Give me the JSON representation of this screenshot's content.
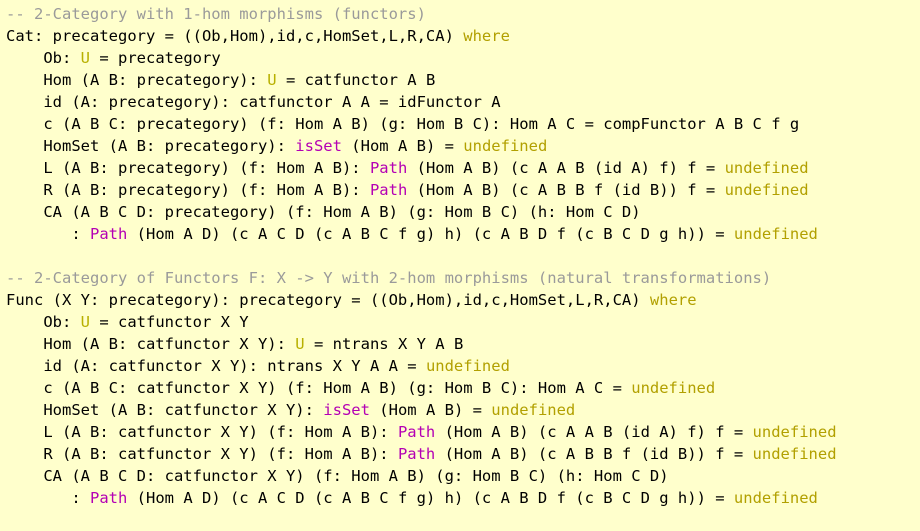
{
  "colors": {
    "background": "#ffffcc",
    "comment": "#9a9a9a",
    "keyword": "#b2a000",
    "universe": "#b8b000",
    "path": "#b400b4",
    "undefined": "#b2a000",
    "plain": "#000000"
  },
  "lines": [
    [
      {
        "c": "comment",
        "t": "-- 2-Category with 1-hom morphisms (functors)"
      }
    ],
    [
      {
        "c": "plain",
        "t": "Cat: precategory = ((Ob,Hom),id,c,HomSet,L,R,CA) "
      },
      {
        "c": "keyword",
        "t": "where"
      }
    ],
    [
      {
        "c": "plain",
        "t": "    Ob: "
      },
      {
        "c": "type",
        "t": "U"
      },
      {
        "c": "plain",
        "t": " = precategory"
      }
    ],
    [
      {
        "c": "plain",
        "t": "    Hom (A B: precategory): "
      },
      {
        "c": "type",
        "t": "U"
      },
      {
        "c": "plain",
        "t": " = catfunctor A B"
      }
    ],
    [
      {
        "c": "plain",
        "t": "    id (A: precategory): catfunctor A A = idFunctor A"
      }
    ],
    [
      {
        "c": "plain",
        "t": "    c (A B C: precategory) (f: Hom A B) (g: Hom B C): Hom A C = compFunctor A B C f g"
      }
    ],
    [
      {
        "c": "plain",
        "t": "    HomSet (A B: precategory): "
      },
      {
        "c": "path",
        "t": "isSet"
      },
      {
        "c": "plain",
        "t": " (Hom A B) = "
      },
      {
        "c": "undef",
        "t": "undefined"
      }
    ],
    [
      {
        "c": "plain",
        "t": "    L (A B: precategory) (f: Hom A B): "
      },
      {
        "c": "path",
        "t": "Path"
      },
      {
        "c": "plain",
        "t": " (Hom A B) (c A A B (id A) f) f = "
      },
      {
        "c": "undef",
        "t": "undefined"
      }
    ],
    [
      {
        "c": "plain",
        "t": "    R (A B: precategory) (f: Hom A B): "
      },
      {
        "c": "path",
        "t": "Path"
      },
      {
        "c": "plain",
        "t": " (Hom A B) (c A B B f (id B)) f = "
      },
      {
        "c": "undef",
        "t": "undefined"
      }
    ],
    [
      {
        "c": "plain",
        "t": "    CA (A B C D: precategory) (f: Hom A B) (g: Hom B C) (h: Hom C D)"
      }
    ],
    [
      {
        "c": "plain",
        "t": "       : "
      },
      {
        "c": "path",
        "t": "Path"
      },
      {
        "c": "plain",
        "t": " (Hom A D) (c A C D (c A B C f g) h) (c A B D f (c B C D g h)) = "
      },
      {
        "c": "undef",
        "t": "undefined"
      }
    ],
    [
      {
        "c": "plain",
        "t": ""
      }
    ],
    [
      {
        "c": "comment",
        "t": "-- 2-Category of Functors F: X -> Y with 2-hom morphisms (natural transformations)"
      }
    ],
    [
      {
        "c": "plain",
        "t": "Func (X Y: precategory): precategory = ((Ob,Hom),id,c,HomSet,L,R,CA) "
      },
      {
        "c": "keyword",
        "t": "where"
      }
    ],
    [
      {
        "c": "plain",
        "t": "    Ob: "
      },
      {
        "c": "type",
        "t": "U"
      },
      {
        "c": "plain",
        "t": " = catfunctor X Y"
      }
    ],
    [
      {
        "c": "plain",
        "t": "    Hom (A B: catfunctor X Y): "
      },
      {
        "c": "type",
        "t": "U"
      },
      {
        "c": "plain",
        "t": " = ntrans X Y A B"
      }
    ],
    [
      {
        "c": "plain",
        "t": "    id (A: catfunctor X Y): ntrans X Y A A = "
      },
      {
        "c": "undef",
        "t": "undefined"
      }
    ],
    [
      {
        "c": "plain",
        "t": "    c (A B C: catfunctor X Y) (f: Hom A B) (g: Hom B C): Hom A C = "
      },
      {
        "c": "undef",
        "t": "undefined"
      }
    ],
    [
      {
        "c": "plain",
        "t": "    HomSet (A B: catfunctor X Y): "
      },
      {
        "c": "path",
        "t": "isSet"
      },
      {
        "c": "plain",
        "t": " (Hom A B) = "
      },
      {
        "c": "undef",
        "t": "undefined"
      }
    ],
    [
      {
        "c": "plain",
        "t": "    L (A B: catfunctor X Y) (f: Hom A B): "
      },
      {
        "c": "path",
        "t": "Path"
      },
      {
        "c": "plain",
        "t": " (Hom A B) (c A A B (id A) f) f = "
      },
      {
        "c": "undef",
        "t": "undefined"
      }
    ],
    [
      {
        "c": "plain",
        "t": "    R (A B: catfunctor X Y) (f: Hom A B): "
      },
      {
        "c": "path",
        "t": "Path"
      },
      {
        "c": "plain",
        "t": " (Hom A B) (c A B B f (id B)) f = "
      },
      {
        "c": "undef",
        "t": "undefined"
      }
    ],
    [
      {
        "c": "plain",
        "t": "    CA (A B C D: catfunctor X Y) (f: Hom A B) (g: Hom B C) (h: Hom C D)"
      }
    ],
    [
      {
        "c": "plain",
        "t": "       : "
      },
      {
        "c": "path",
        "t": "Path"
      },
      {
        "c": "plain",
        "t": " (Hom A D) (c A C D (c A B C f g) h) (c A B D f (c B C D g h)) = "
      },
      {
        "c": "undef",
        "t": "undefined"
      }
    ]
  ]
}
